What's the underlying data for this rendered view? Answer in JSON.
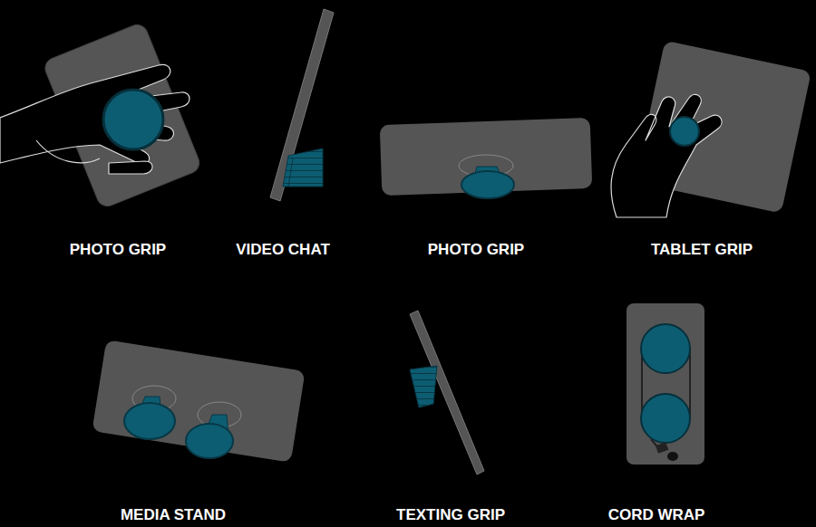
{
  "diagram": {
    "labels": [
      "PHOTO GRIP",
      "VIDEO CHAT",
      "PHOTO GRIP",
      "TABLET GRIP",
      "MEDIA STAND",
      "TEXTING GRIP",
      "CORD WRAP"
    ]
  }
}
